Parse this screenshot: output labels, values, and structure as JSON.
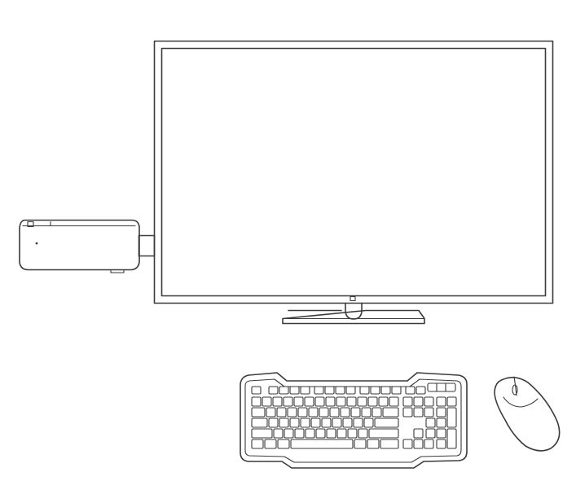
{
  "diagram": {
    "components": [
      {
        "id": "tv-monitor",
        "icon": "monitor-icon"
      },
      {
        "id": "stick-pc",
        "icon": "stick-pc-icon"
      },
      {
        "id": "keyboard",
        "icon": "keyboard-icon"
      },
      {
        "id": "mouse",
        "icon": "mouse-icon"
      }
    ],
    "connections": [
      {
        "from": "stick-pc",
        "to": "tv-monitor",
        "port": "hdmi"
      }
    ],
    "colors": {
      "line": "#3a3a3a",
      "background": "#ffffff"
    }
  }
}
